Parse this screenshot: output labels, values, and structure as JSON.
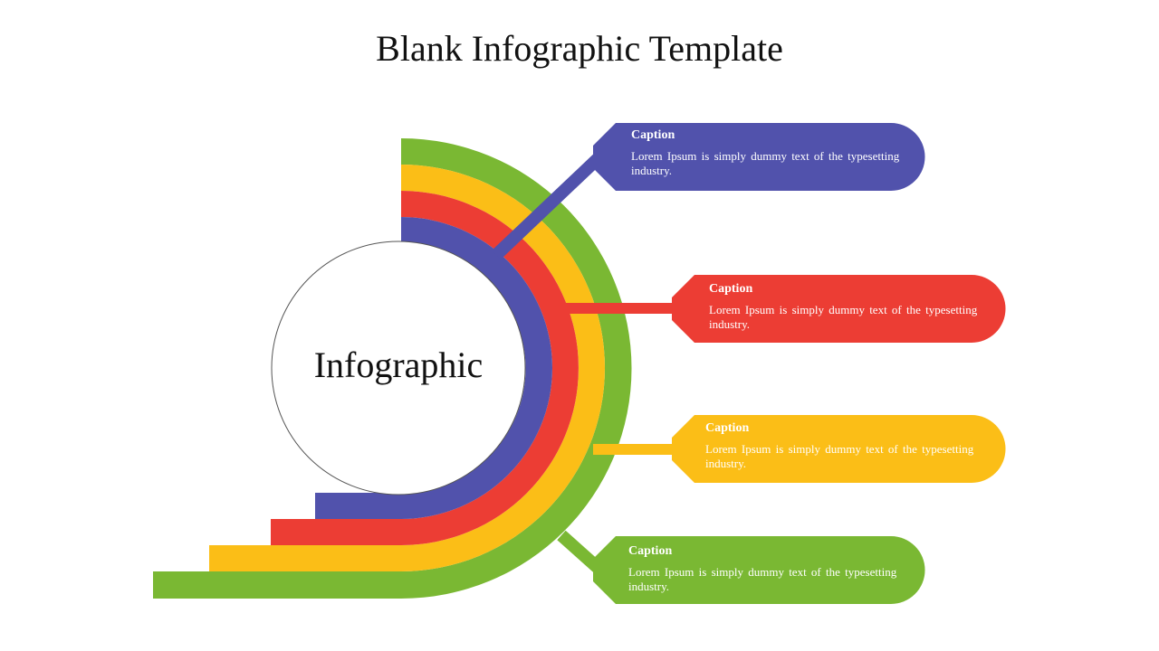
{
  "title": "Blank Infographic Template",
  "center_label": "Infographic",
  "colors": {
    "blue": "#5152AC",
    "red": "#EC3D34",
    "yellow": "#FBBE17",
    "green": "#7AB833",
    "circle_stroke": "#555555"
  },
  "captions": [
    {
      "title": "Caption",
      "body": "Lorem Ipsum is simply dummy text of the typesetting industry.",
      "color": "#5152AC"
    },
    {
      "title": "Caption",
      "body": "Lorem Ipsum is simply dummy text of the typesetting industry.",
      "color": "#EC3D34"
    },
    {
      "title": "Caption",
      "body": "Lorem Ipsum is simply dummy text of the typesetting industry.",
      "color": "#FBBE17"
    },
    {
      "title": "Caption",
      "body": "Lorem Ipsum is simply dummy text of the typesetting industry.",
      "color": "#7AB833"
    }
  ]
}
